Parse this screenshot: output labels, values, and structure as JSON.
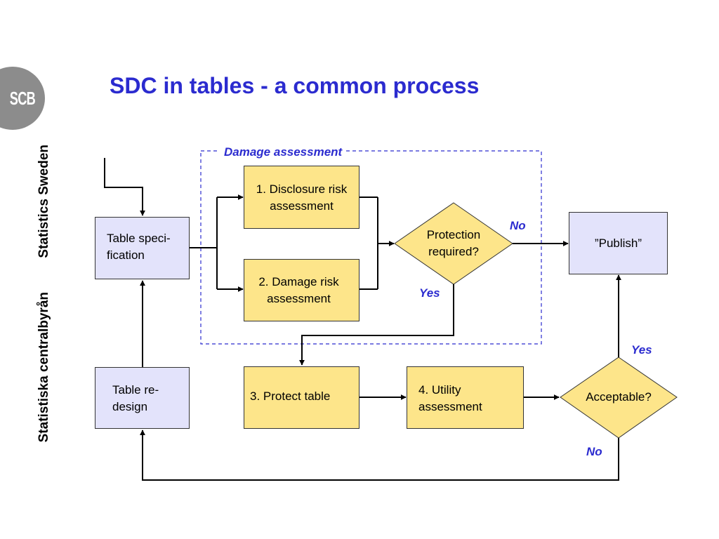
{
  "slide": {
    "title": "SDC in tables - a common process",
    "logo_text": "SCB",
    "side_text_en": "Statistics Sweden",
    "side_text_sv": "Statistiska centralbyrån"
  },
  "diagram": {
    "group_label": "Damage assessment",
    "nodes": {
      "table_spec": "Table speci-\nfication",
      "disclosure": "1. Disclosure risk\nassessment",
      "damage": "2. Damage risk\nassessment",
      "protection": "Protection\nrequired?",
      "publish": "”Publish”",
      "protect": "3. Protect table",
      "utility": "4. Utility\nassessment",
      "acceptable": "Acceptable?",
      "redesign": "Table re-\ndesign"
    },
    "edge_labels": {
      "protection_no": "No",
      "protection_yes": "Yes",
      "acceptable_yes": "Yes",
      "acceptable_no": "No"
    },
    "colors": {
      "process_fill": "#fde58a",
      "terminal_fill": "#e3e3fb",
      "label_blue": "#2b2bcf"
    }
  }
}
